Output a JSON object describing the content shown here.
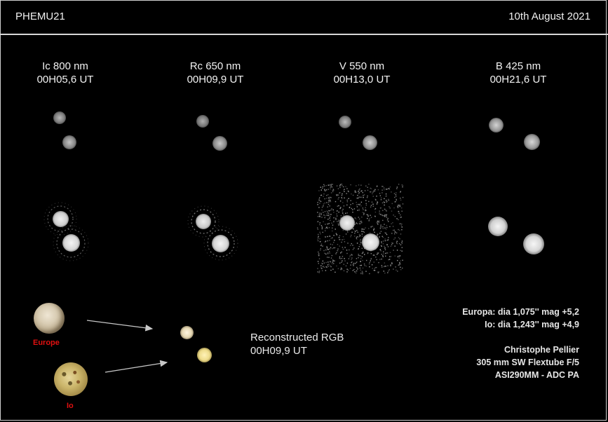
{
  "header": {
    "title": "PHEMU21",
    "date": "10th August 2021"
  },
  "filters": [
    {
      "band": "Ic 800 nm",
      "time": "00H05,6 UT"
    },
    {
      "band": "Rc 650 nm",
      "time": "00H09,9 UT"
    },
    {
      "band": "V 550 nm",
      "time": "00H13,0 UT"
    },
    {
      "band": "B 425 nm",
      "time": "00H21,6 UT"
    }
  ],
  "composite": {
    "title": "Reconstructed RGB",
    "time": "00H09,9 UT"
  },
  "labels": {
    "europa": "Europe",
    "io": "Io"
  },
  "info": {
    "europa": "Europa: dia 1,075'' mag +5,2",
    "io": "Io: dia 1,243'' mag +4,9",
    "author": "Christophe Pellier",
    "scope": "305 mm SW Flextube F/5",
    "camera": "ASI290MM - ADC PA"
  }
}
